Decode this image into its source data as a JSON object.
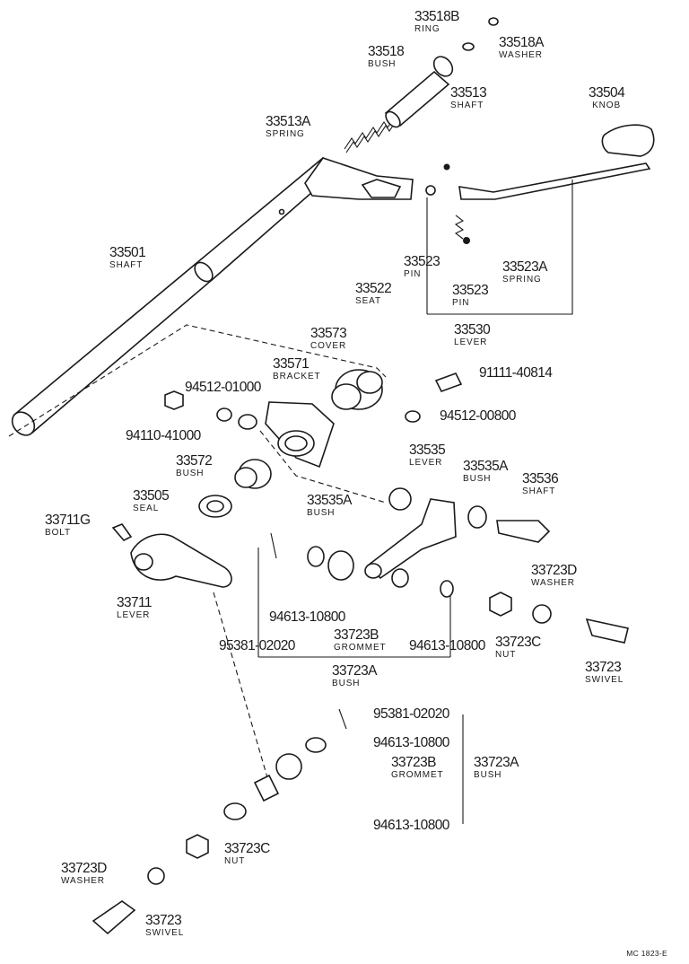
{
  "callouts": [
    {
      "key": "c33518b",
      "part_no": "33518B",
      "name": "RING"
    },
    {
      "key": "c33518a",
      "part_no": "33518A",
      "name": "WASHER"
    },
    {
      "key": "c33518",
      "part_no": "33518",
      "name": "BUSH"
    },
    {
      "key": "c33513",
      "part_no": "33513",
      "name": "SHAFT"
    },
    {
      "key": "c33504",
      "part_no": "33504",
      "name": "KNOB"
    },
    {
      "key": "c33513a",
      "part_no": "33513A",
      "name": "SPRING"
    },
    {
      "key": "c33501",
      "part_no": "33501",
      "name": "SHAFT"
    },
    {
      "key": "c33523_top",
      "part_no": "33523",
      "name": "PIN"
    },
    {
      "key": "c33523a",
      "part_no": "33523A",
      "name": "SPRING"
    },
    {
      "key": "c33522",
      "part_no": "33522",
      "name": "SEAT"
    },
    {
      "key": "c33523_low",
      "part_no": "33523",
      "name": "PIN"
    },
    {
      "key": "c33530",
      "part_no": "33530",
      "name": "LEVER"
    },
    {
      "key": "c33573",
      "part_no": "33573",
      "name": "COVER"
    },
    {
      "key": "c33571",
      "part_no": "33571",
      "name": "BRACKET"
    },
    {
      "key": "c91111",
      "part_no": "91111-40814",
      "name": ""
    },
    {
      "key": "c94512_010",
      "part_no": "94512-01000",
      "name": ""
    },
    {
      "key": "c94512_008",
      "part_no": "94512-00800",
      "name": ""
    },
    {
      "key": "c94110",
      "part_no": "94110-41000",
      "name": ""
    },
    {
      "key": "c33535",
      "part_no": "33535",
      "name": "LEVER"
    },
    {
      "key": "c33572",
      "part_no": "33572",
      "name": "BUSH"
    },
    {
      "key": "c33535a_r",
      "part_no": "33535A",
      "name": "BUSH"
    },
    {
      "key": "c33536",
      "part_no": "33536",
      "name": "SHAFT"
    },
    {
      "key": "c33505",
      "part_no": "33505",
      "name": "SEAL"
    },
    {
      "key": "c33535a_l",
      "part_no": "33535A",
      "name": "BUSH"
    },
    {
      "key": "c33711g",
      "part_no": "33711G",
      "name": "BOLT"
    },
    {
      "key": "c33723d_r",
      "part_no": "33723D",
      "name": "WASHER"
    },
    {
      "key": "c33711",
      "part_no": "33711",
      "name": "LEVER"
    },
    {
      "key": "c94613_a",
      "part_no": "94613-10800",
      "name": ""
    },
    {
      "key": "c33723c_r",
      "part_no": "33723C",
      "name": "NUT"
    },
    {
      "key": "c95381_a",
      "part_no": "95381-02020",
      "name": ""
    },
    {
      "key": "c33723b_a",
      "part_no": "33723B",
      "name": "GROMMET"
    },
    {
      "key": "c94613_b",
      "part_no": "94613-10800",
      "name": ""
    },
    {
      "key": "c33723_r",
      "part_no": "33723",
      "name": "SWIVEL"
    },
    {
      "key": "c33723a_a",
      "part_no": "33723A",
      "name": "BUSH"
    },
    {
      "key": "c95381_b",
      "part_no": "95381-02020",
      "name": ""
    },
    {
      "key": "c94613_c",
      "part_no": "94613-10800",
      "name": ""
    },
    {
      "key": "c33723b_b",
      "part_no": "33723B",
      "name": "GROMMET"
    },
    {
      "key": "c33723a_b",
      "part_no": "33723A",
      "name": "BUSH"
    },
    {
      "key": "c94613_d",
      "part_no": "94613-10800",
      "name": ""
    },
    {
      "key": "c33723c_b",
      "part_no": "33723C",
      "name": "NUT"
    },
    {
      "key": "c33723d_b",
      "part_no": "33723D",
      "name": "WASHER"
    },
    {
      "key": "c33723_b",
      "part_no": "33723",
      "name": "SWIVEL"
    }
  ],
  "drawing_code": "MC 1823-E"
}
